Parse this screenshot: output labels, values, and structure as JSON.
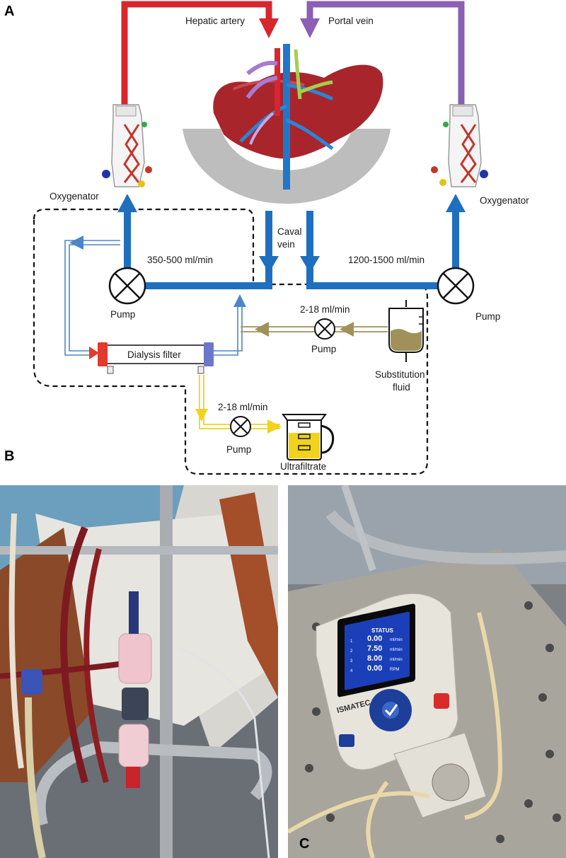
{
  "panels": {
    "a": "A",
    "b": "B",
    "c": "C"
  },
  "labels": {
    "hepatic_artery": "Hepatic artery",
    "portal_vein": "Portal vein",
    "oxygenator_left": "Oxygenator",
    "oxygenator_right": "Oxygenator",
    "caval_vein_line1": "Caval",
    "caval_vein_line2": "vein",
    "flow_arterial": "350-500 ml/min",
    "flow_portal": "1200-1500 ml/min",
    "pump_left": "Pump",
    "pump_right": "Pump",
    "pump_substitution": "Pump",
    "pump_ultrafiltrate": "Pump",
    "flow_substitution": "2-18 ml/min",
    "flow_ultrafiltrate": "2-18 ml/min",
    "dialysis_filter": "Dialysis filter",
    "substitution_line1": "Substitution",
    "substitution_line2": "fluid",
    "ultrafiltrate": "Ultrafiltrate"
  },
  "pump_display": {
    "brand": "ISMATEC",
    "status": "STATUS",
    "rows": [
      {
        "index": "1",
        "value": "0.00",
        "unit": "ml/min"
      },
      {
        "index": "2",
        "value": "7.50",
        "unit": "ml/min"
      },
      {
        "index": "3",
        "value": "8.00",
        "unit": "ml/min"
      },
      {
        "index": "4",
        "value": "0.00",
        "unit": "RPM"
      }
    ]
  },
  "colors": {
    "arterial": "#d7262e",
    "portal": "#8b5fb5",
    "blood_flow": "#1f6fbf",
    "dialysate": "#4a86c8",
    "substitution": "#a0915a",
    "ultrafiltrate": "#f1d21c",
    "liver": "#a8252c",
    "basin": "#bdbdbd"
  }
}
